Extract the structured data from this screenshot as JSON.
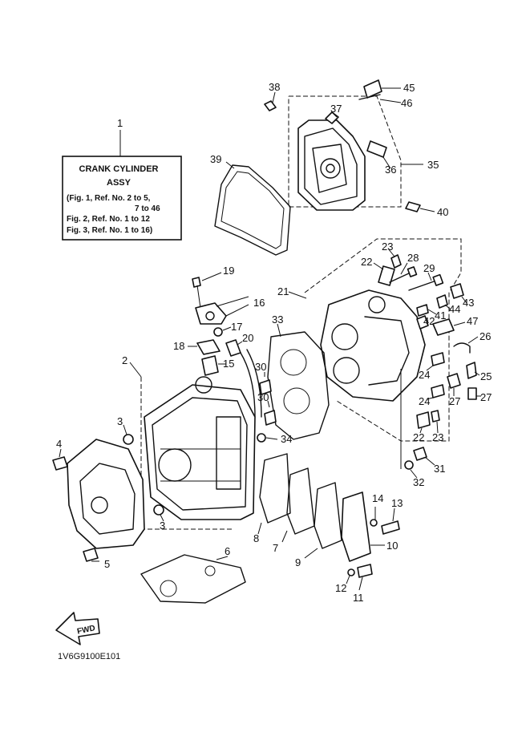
{
  "title_box": {
    "ref": "1",
    "heading_line1": "CRANK CYLINDER",
    "heading_line2": "ASSY",
    "fig_line1": "(Fig. 1, Ref. No. 2 to 5,",
    "fig_line2": "7 to 46",
    "fig_line3": "Fig. 2, Ref. No. 1 to 12",
    "fig_line4": "Fig. 3, Ref. No. 1 to 16)"
  },
  "fwd_label": "FWD",
  "diagram_code": "1V6G9100E101",
  "callouts": {
    "c2": "2",
    "c3a": "3",
    "c3b": "3",
    "c4": "4",
    "c5": "5",
    "c6": "6",
    "c7": "7",
    "c8": "8",
    "c9": "9",
    "c10": "10",
    "c11": "11",
    "c12": "12",
    "c13": "13",
    "c14": "14",
    "c15": "15",
    "c16": "16",
    "c17": "17",
    "c18": "18",
    "c19": "19",
    "c20": "20",
    "c21": "21",
    "c22a": "22",
    "c22b": "22",
    "c23a": "23",
    "c23b": "23",
    "c24a": "24",
    "c24b": "24",
    "c25": "25",
    "c26": "26",
    "c27a": "27",
    "c27b": "27",
    "c28": "28",
    "c29": "29",
    "c30a": "30",
    "c30b": "30",
    "c31": "31",
    "c32": "32",
    "c33": "33",
    "c34": "34",
    "c35": "35",
    "c36": "36",
    "c37": "37",
    "c38": "38",
    "c39": "39",
    "c40": "40",
    "c41": "41",
    "c42": "42",
    "c43": "43",
    "c44": "44",
    "c45": "45",
    "c46": "46",
    "c47": "47"
  }
}
